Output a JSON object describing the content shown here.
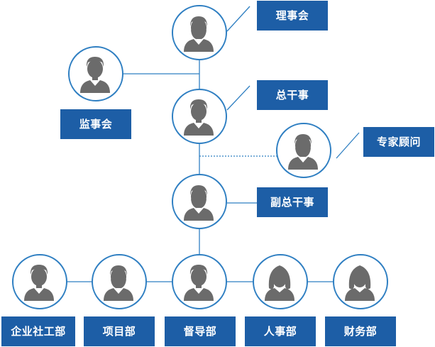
{
  "nodes": {
    "board": {
      "label": "理事会",
      "avatar": "male-beard-avatar-icon"
    },
    "supervisors": {
      "label": "监事会",
      "avatar": "male-avatar-icon"
    },
    "secretary_general": {
      "label": "总干事",
      "avatar": "male-avatar-icon"
    },
    "experts": {
      "label": "专家顾问",
      "avatar": "male-beard-avatar-icon"
    },
    "deputy_secretary_general": {
      "label": "副总干事",
      "avatar": "male-beard-avatar-icon"
    },
    "social_work_dept": {
      "label": "企业社工部",
      "avatar": "male-avatar-icon"
    },
    "project_dept": {
      "label": "项目部",
      "avatar": "male-beard-avatar-icon"
    },
    "supervision_dept": {
      "label": "督导部",
      "avatar": "male-avatar-icon"
    },
    "hr_dept": {
      "label": "人事部",
      "avatar": "female-avatar-icon"
    },
    "finance_dept": {
      "label": "财务部",
      "avatar": "female-avatar-icon"
    }
  },
  "colors": {
    "accent": "#1d5ea6",
    "circle_border": "#2f7fc2",
    "line": "#2f7fc2",
    "avatar_gray": "#6b6b6b"
  }
}
